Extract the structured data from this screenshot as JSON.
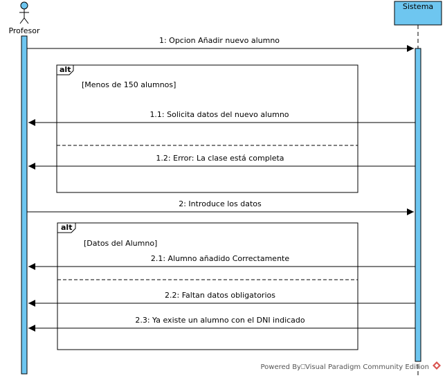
{
  "actor": {
    "name": "Profesor"
  },
  "lifeline": {
    "name": "Sistema"
  },
  "messages": [
    {
      "id": "m1",
      "label": "1: Opcion Añadir nuevo alumno"
    },
    {
      "id": "m11",
      "label": "1.1: Solicita datos del nuevo alumno"
    },
    {
      "id": "m12",
      "label": "1.2: Error: La clase está completa"
    },
    {
      "id": "m2",
      "label": "2: Introduce los datos"
    },
    {
      "id": "m21",
      "label": "2.1: Alumno añadido Correctamente"
    },
    {
      "id": "m22",
      "label": "2.2: Faltan datos obligatorios"
    },
    {
      "id": "m23",
      "label": "2.3: Ya existe un alumno con el DNI indicado"
    }
  ],
  "fragments": [
    {
      "operator": "alt",
      "guard": "[Menos de 150 alumnos]"
    },
    {
      "operator": "alt",
      "guard": "[Datos del Alumno]"
    }
  ],
  "footer": {
    "text": "Powered By⎕Visual Paradigm Community Edition"
  },
  "colors": {
    "accent": "#6EC6F0",
    "line": "#000000"
  }
}
